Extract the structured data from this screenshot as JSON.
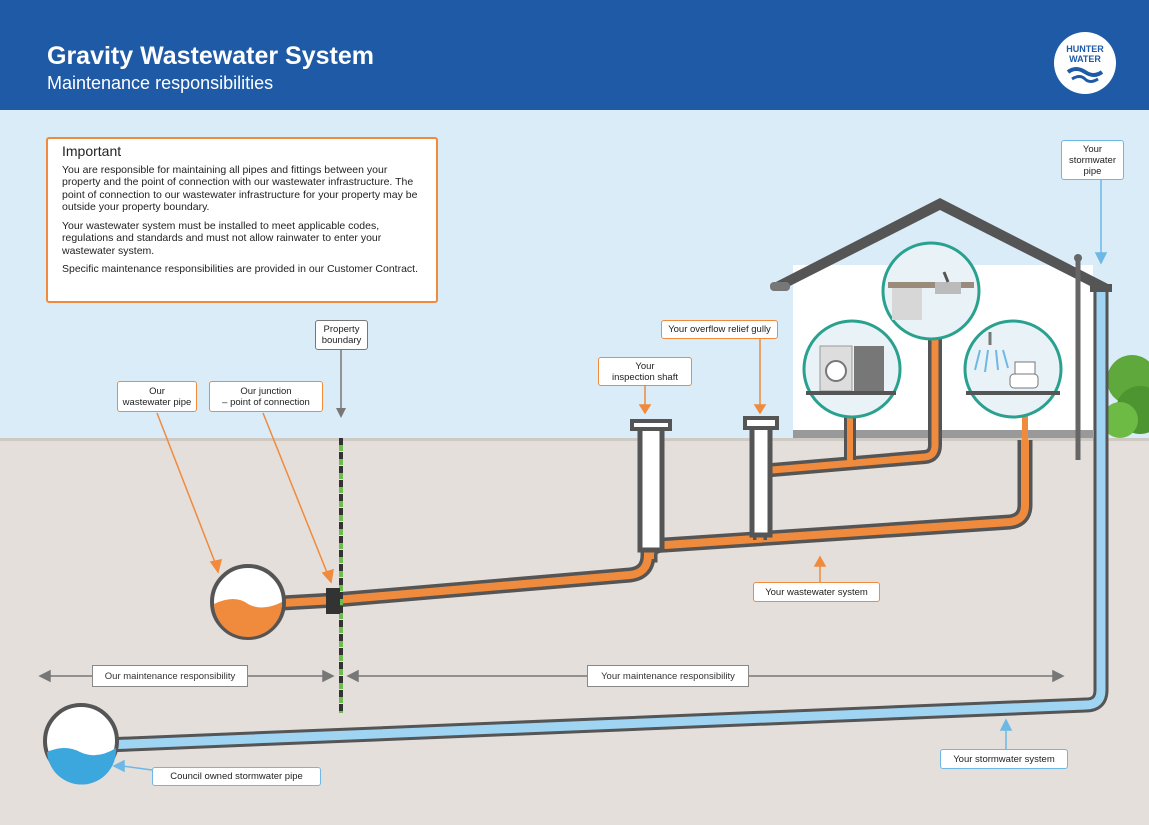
{
  "header": {
    "title": "Gravity Wastewater System",
    "subtitle": "Maintenance responsibilities",
    "logo_text": "HUNTER\nWATER"
  },
  "important": {
    "heading": "Important",
    "paragraphs": [
      "You are responsible for maintaining all pipes and fittings between your property and the point of connection with our wastewater infrastructure. The point of connection to our wastewater infrastructure for your property may be outside your property boundary.",
      "Your wastewater system must be installed to meet applicable codes, regulations and standards and must not allow rainwater to enter your wastewater system.",
      "Specific maintenance responsibilities are provided in our Customer Contract."
    ]
  },
  "labels": {
    "property_boundary": "Property\nboundary",
    "our_wastewater_pipe": "Our\nwastewater pipe",
    "our_junction": "Our junction\n– point of connection",
    "inspection_shaft": "Your\ninspection shaft",
    "overflow_relief_gully": "Your overflow relief gully",
    "stormwater_pipe": "Your\nstormwater\npipe",
    "your_wastewater_system": "Your wastewater system",
    "your_stormwater_system": "Your stormwater system",
    "council_stormwater_pipe": "Council owned stormwater pipe"
  },
  "responsibility": {
    "ours": "Our maintenance responsibility",
    "yours": "Your maintenance responsibility"
  },
  "colors": {
    "header_blue": "#1f5aa6",
    "wastewater_orange": "#f08a3c",
    "stormwater_blue": "#6db8e5",
    "boundary_green": "#6abf4b",
    "teal": "#2aa08e"
  }
}
